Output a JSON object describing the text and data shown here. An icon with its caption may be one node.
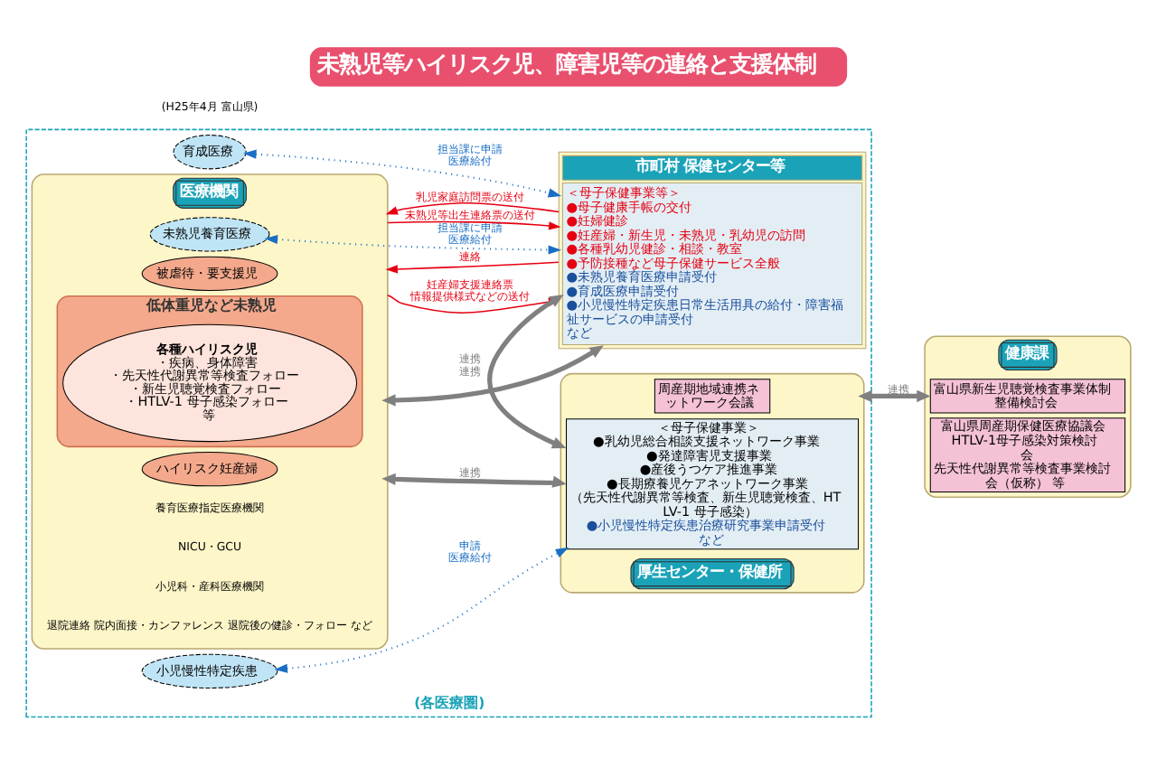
{
  "diagram": {
    "title": "未熟児等ハイリスク児、障害児等の連絡と支援体制",
    "nodes": [
      {
        "text": [
          "(各医療圏)"
        ]
      },
      {
        "text": [
          "医療機関"
        ],
        "in": 0
      },
      {
        "text": [
          "未熟児養育医療"
        ],
        "in": 1
      },
      {
        "text": [
          "低体重児など未熟児"
        ],
        "in": 1
      },
      {
        "text": [
          "各種ハイリスク児",
          "・疾病、身体障害",
          "・先天性代謝異常等検査フォロー",
          "・新生児聴覚検査フォロー",
          "・HTLV-1 母子感染フォロー",
          "等"
        ],
        "in": 3
      },
      {
        "text": [
          "被虐待・要支援児"
        ],
        "in": 1
      },
      {
        "text": [
          "ハイリスク妊産婦"
        ],
        "in": 1
      },
      {
        "text": [
          "育成医療"
        ],
        "in": 0
      },
      {
        "text": [
          "小児慢性特定疾患"
        ],
        "in": 0
      },
      {
        "text": [
          "市町村 保健センター等",
          "＜母子保健事業等＞",
          "●母子健康手帳の交付",
          "●妊婦健診",
          "●妊産婦・新生児・未熟児・乳幼児の訪問",
          "●各種乳幼児健診・相談・教室",
          "●予防接種など母子保健サービス全般",
          "●未熟児養育医療申請受付",
          "●育成医療申請受付",
          "●小児慢性特定疾患日常生活用具の給付・障害福祉サービスの申請受付",
          "など"
        ],
        "in": 0
      },
      {
        "text": [
          "厚生センター・保健所"
        ],
        "in": 0
      },
      {
        "text": [
          "＜母子保健事業＞",
          "●乳幼児総合相談支援ネットワーク事業",
          "●発達障害児支援事業",
          "●産後うつケア推進事業",
          "●長期療養児ケアネットワーク事業",
          "（先天性代謝異常等検査、新生児聴覚検査、HTLV-1 母子感染）",
          "●小児慢性特定疾患治療研究事業申請受付",
          "など"
        ],
        "in": 10
      },
      {
        "text": [
          "周産期地域連携ネットワーク会議"
        ],
        "in": 10
      },
      {
        "text": [
          "健康課"
        ]
      },
      {
        "text": [
          "富山県新生児聴覚検査事業体制整備検討会"
        ],
        "in": 13
      },
      {
        "text": [
          "富山県周産期保健医療協議会",
          "HTLV-1母子感染対策検討会",
          "先天性代謝異常等検査事業検討会（仮称） 等"
        ],
        "in": 13
      }
    ],
    "edges": [
      {
        "from": 2,
        "to": 9,
        "arrow": "both",
        "label": "担当課に申請医療給付",
        "style": "dashed",
        "color": "#1a6fc4"
      },
      {
        "from": 1,
        "to": 9,
        "arrow": "to",
        "label": "未熟児等出生連絡票の送付",
        "color": "#e60012"
      },
      {
        "from": 9,
        "to": 1,
        "arrow": "to",
        "label": "乳児家庭訪問票の送付",
        "color": "#e60012"
      },
      {
        "from": 1,
        "to": 9,
        "arrow": "both",
        "label": "連携",
        "style": "thick",
        "color": "#808080"
      },
      {
        "from": 1,
        "to": 9,
        "arrow": "to",
        "label": "妊産婦支援連絡票情報提供様式などの送付",
        "color": "#e60012"
      },
      {
        "from": 9,
        "to": 1,
        "arrow": "to",
        "label": "連絡",
        "color": "#e60012"
      },
      {
        "from": 7,
        "to": 9,
        "arrow": "both",
        "label": "担当課に申請医療給付",
        "style": "dashed",
        "color": "#1a6fc4"
      },
      {
        "from": 1,
        "to": 10,
        "arrow": "both",
        "label": "連携",
        "style": "thick",
        "color": "#808080"
      },
      {
        "from": 8,
        "to": 11,
        "arrow": "both",
        "label": "申請医療給付",
        "style": "dashed",
        "color": "#1a6fc4"
      },
      {
        "from": 9,
        "to": 10,
        "arrow": "both",
        "label": "連携",
        "style": "thick",
        "color": "#808080"
      },
      {
        "from": 10,
        "to": 13,
        "arrow": "both",
        "label": "連携",
        "style": "thick",
        "color": "#808080"
      }
    ],
    "labels": [
      "(H25年4月 富山県)",
      "養育医療指定医療機関",
      "NICU・GCU",
      "小児科・産科医療機関",
      "退院連絡 院内面接・カンファレンス 退院後の健診・フォロー など"
    ]
  }
}
